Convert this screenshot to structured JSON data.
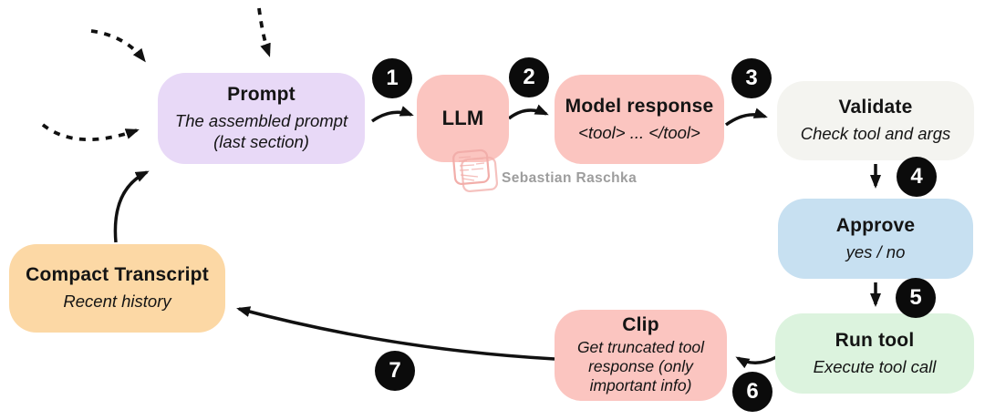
{
  "diagram": {
    "watermark": {
      "author": "Sebastian Raschka"
    },
    "nodes": [
      {
        "id": "prompt",
        "title": "Prompt",
        "subtitle": "The assembled prompt (last section)",
        "color": "#e8d9f7"
      },
      {
        "id": "llm",
        "title": "LLM",
        "subtitle": "",
        "color": "#fbc5c0"
      },
      {
        "id": "model-response",
        "title": "Model response",
        "subtitle": "<tool> ... </tool>",
        "color": "#fbc5c0"
      },
      {
        "id": "validate",
        "title": "Validate",
        "subtitle": "Check tool and args",
        "color": "#f4f4f0"
      },
      {
        "id": "approve",
        "title": "Approve",
        "subtitle": "yes / no",
        "color": "#c7e0f1"
      },
      {
        "id": "run-tool",
        "title": "Run tool",
        "subtitle": "Execute tool call",
        "color": "#dcf3de"
      },
      {
        "id": "clip",
        "title": "Clip",
        "subtitle": "Get truncated tool response (only important info)",
        "color": "#fbc5c0"
      },
      {
        "id": "compact-transcript",
        "title": "Compact Transcript",
        "subtitle": "Recent history",
        "color": "#fcd8a5"
      }
    ],
    "step_badges": [
      "1",
      "2",
      "3",
      "4",
      "5",
      "6",
      "7"
    ],
    "colors": {
      "arrow": "#111111",
      "badge_bg": "#0b0b0b",
      "badge_text": "#ffffff",
      "watermark_text": "#9d9d9d",
      "watermark_stamp": "#f2aeaa"
    }
  }
}
